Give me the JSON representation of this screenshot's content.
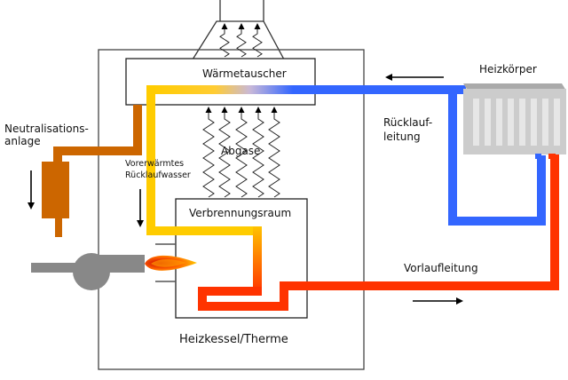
{
  "labels": {
    "heat_exchanger": "Wärmetauscher",
    "exhaust_gases": "Abgase",
    "combustion_chamber": "Verbrennungsraum",
    "boiler": "Heizkessel/Therme",
    "neutralisation_line1": "Neutralisations-",
    "neutralisation_line2": "anlage",
    "preheated_line1": "Vorerwärmtes",
    "preheated_line2": "Rücklaufwasser",
    "radiator": "Heizkörper",
    "return_line1": "Rücklauf-",
    "return_line2": "leitung",
    "flow_line": "Vorlaufleitung"
  },
  "colors": {
    "flow_hot": "#ff3300",
    "return_cold": "#3366ff",
    "preheated": "#ffcc00",
    "condensate": "#cc6600",
    "burner": "#888888",
    "radiator_body": "#cccccc",
    "radiator_top": "#aaaaaa",
    "radiator_fin": "#e6e6e6",
    "outline": "#333333"
  },
  "icons": {
    "flow_direction": "arrow",
    "exhaust": "wavy-arrow-up",
    "flame": "burner-flame"
  }
}
